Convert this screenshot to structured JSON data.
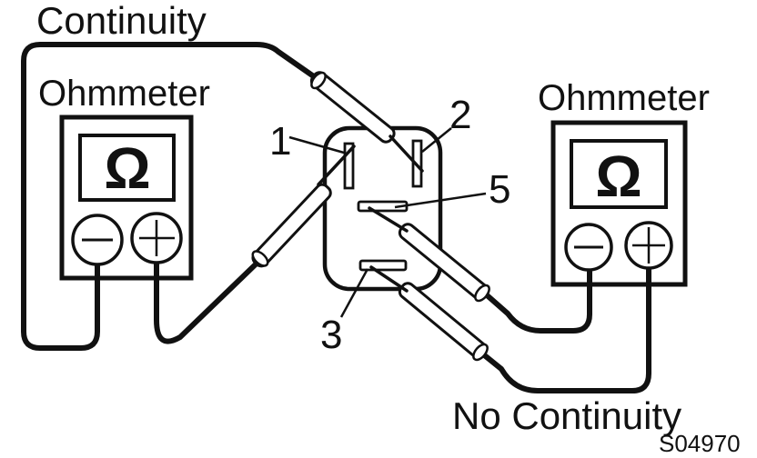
{
  "labels": {
    "continuity": "Continuity",
    "no_continuity": "No Continuity"
  },
  "meters": {
    "left": {
      "label": "Ohmmeter",
      "symbol": "Ω",
      "negative_sign": "−",
      "positive_sign": "+"
    },
    "right": {
      "label": "Ohmmeter",
      "symbol": "Ω",
      "negative_sign": "−",
      "positive_sign": "+"
    }
  },
  "terminals": {
    "one": "1",
    "two": "2",
    "three": "3",
    "five": "5"
  },
  "figure_code": "S04970",
  "colors": {
    "ink": "#111111",
    "paper": "#ffffff"
  }
}
